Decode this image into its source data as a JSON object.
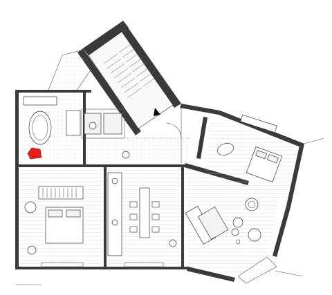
{
  "drawing": {
    "type": "architectural-floor-plan",
    "view": "top-down",
    "annotations": []
  },
  "colors": {
    "wall": "#3a3a3a",
    "line": "#555555",
    "background": "#ffffff",
    "accent_chair": "#e3211c",
    "north_marker": "#000000"
  },
  "rooms": [
    {
      "id": "stair-core",
      "icon": "staircase"
    },
    {
      "id": "bathroom",
      "icon": "bathtub"
    },
    {
      "id": "bedroom",
      "icon": "double-bed"
    },
    {
      "id": "kitchen-dining",
      "icon": "dining-table"
    },
    {
      "id": "hallway",
      "icon": "corridor"
    },
    {
      "id": "living-room",
      "icon": "sofa"
    },
    {
      "id": "bedroom-2",
      "icon": "double-bed"
    },
    {
      "id": "balcony",
      "icon": "balcony"
    }
  ]
}
